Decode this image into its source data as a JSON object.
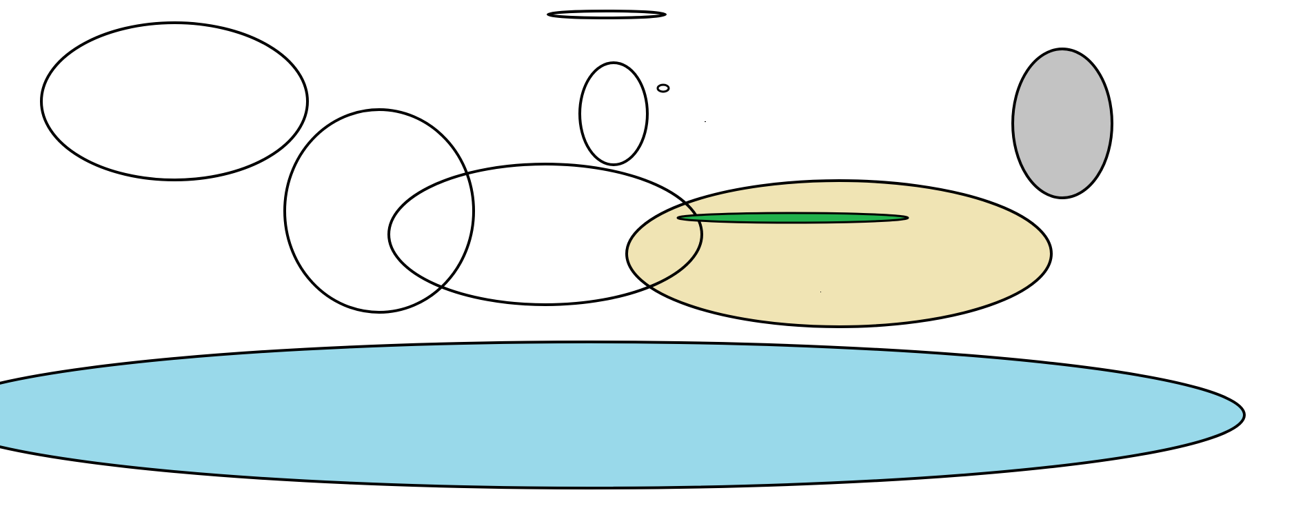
{
  "canvas": {
    "background_color": "#ffffff",
    "stroke_color": "#000000"
  },
  "shapes": [
    {
      "name": "ellipse-top-thin",
      "fill": "#ffffff"
    },
    {
      "name": "ellipse-left-large",
      "fill": "none"
    },
    {
      "name": "ellipse-circle-left",
      "fill": "none"
    },
    {
      "name": "ellipse-small-oval",
      "fill": "none"
    },
    {
      "name": "ellipse-tiny-dot",
      "fill": "none"
    },
    {
      "name": "ellipse-middle-wide",
      "fill": "none"
    },
    {
      "name": "ellipse-beige",
      "fill": "#f0e4b4"
    },
    {
      "name": "ellipse-green-thin",
      "fill": "#22b14c"
    },
    {
      "name": "ellipse-gray",
      "fill": "#c3c3c3"
    },
    {
      "name": "ellipse-blue-large",
      "fill": "#99d9ea"
    }
  ]
}
